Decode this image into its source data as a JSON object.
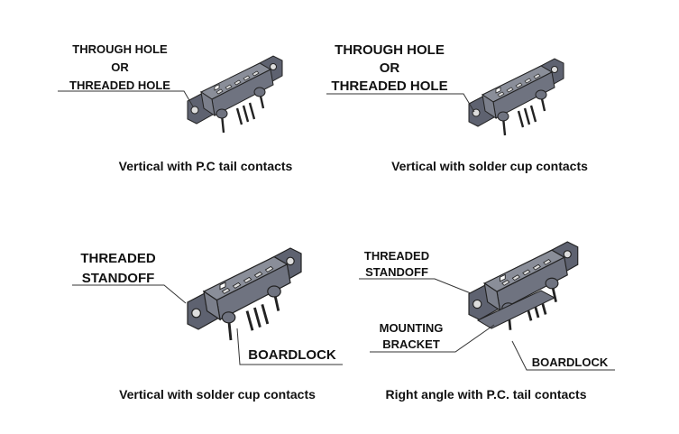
{
  "panels": [
    {
      "labels": [
        "THROUGH HOLE",
        "OR",
        "THREADED HOLE"
      ],
      "caption": "Vertical with P.C tail contacts"
    },
    {
      "labels": [
        "THROUGH HOLE",
        "OR",
        "THREADED HOLE"
      ],
      "caption": "Vertical with solder cup contacts"
    },
    {
      "labels": [
        "THREADED",
        "STANDOFF",
        "BOARDLOCK"
      ],
      "caption": "Vertical with solder cup contacts"
    },
    {
      "labels": [
        "THREADED",
        "STANDOFF",
        "MOUNTING",
        "BRACKET",
        "BOARDLOCK"
      ],
      "caption": "Right angle with P.C. tail contacts"
    }
  ]
}
